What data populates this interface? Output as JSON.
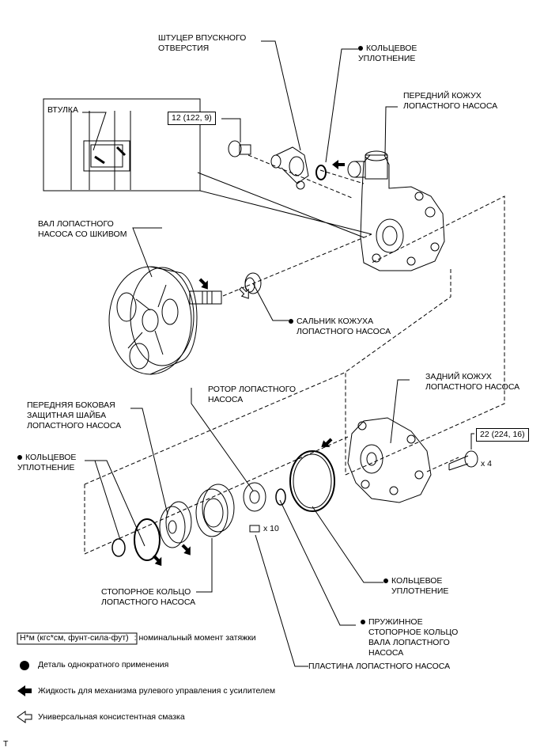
{
  "labels": {
    "inlet_fitting": [
      "ШТУЦЕР ВПУСКНОГО",
      "ОТВЕРСТИЯ"
    ],
    "oring_top": [
      "КОЛЬЦЕВОЕ",
      "УПЛОТНЕНИЕ"
    ],
    "front_housing": [
      "ПЕРЕДНИЙ КОЖУХ",
      "ЛОПАСТНОГО НАСОСА"
    ],
    "bushing": "ВТУЛКА",
    "shaft_pulley": [
      "ВАЛ ЛОПАСТНОГО",
      "НАСОСА СО ШКИВОМ"
    ],
    "oil_seal": [
      "САЛЬНИК КОЖУХА",
      "ЛОПАСТНОГО НАСОСА"
    ],
    "rotor": [
      "РОТОР ЛОПАСТНОГО",
      "НАСОСА"
    ],
    "rear_housing": [
      "ЗАДНИЙ КОЖУХ",
      "ЛОПАСТНОГО НАСОСА"
    ],
    "side_plate": [
      "ПЕРЕДНЯЯ БОКОВАЯ",
      "ЗАЩИТНАЯ ШАЙБА",
      "ЛОПАСТНОГО НАСОСА"
    ],
    "oring_left": [
      "КОЛЬЦЕВОЕ",
      "УПЛОТНЕНИЕ"
    ],
    "cam_ring": [
      "СТОПОРНОЕ КОЛЬЦО",
      "ЛОПАСТНОГО НАСОСА"
    ],
    "oring_right": [
      "КОЛЬЦЕВОЕ",
      "УПЛОТНЕНИЕ"
    ],
    "snap_ring": [
      "ПРУЖИННОЕ",
      "СТОПОРНОЕ КОЛЬЦО",
      "ВАЛА ЛОПАСТНОГО",
      "НАСОСА"
    ],
    "vane_plate": "ПЛАСТИНА ЛОПАСТНОГО НАСОСА"
  },
  "torques": {
    "inlet_bolt": "12 (122, 9)",
    "rear_bolt": "22 (224, 16)"
  },
  "counts": {
    "bolts": "x 4",
    "plates": "x 10"
  },
  "legend": {
    "torque_box": "Н*м (кгс*см, фунт-сила-фут)",
    "torque_text": ": номинальный момент затяжки",
    "non_reusable": "Деталь однократного применения",
    "ps_fluid": "Жидкость для механизма рулевого управления с усилителем",
    "grease": "Универсальная консистентная смазка"
  },
  "footer_code": "T",
  "icons": [
    "non-reusable-dot-icon",
    "fluid-arrow-icon",
    "grease-arrow-icon"
  ],
  "colors": {
    "ink": "#000000",
    "paper": "#ffffff"
  }
}
